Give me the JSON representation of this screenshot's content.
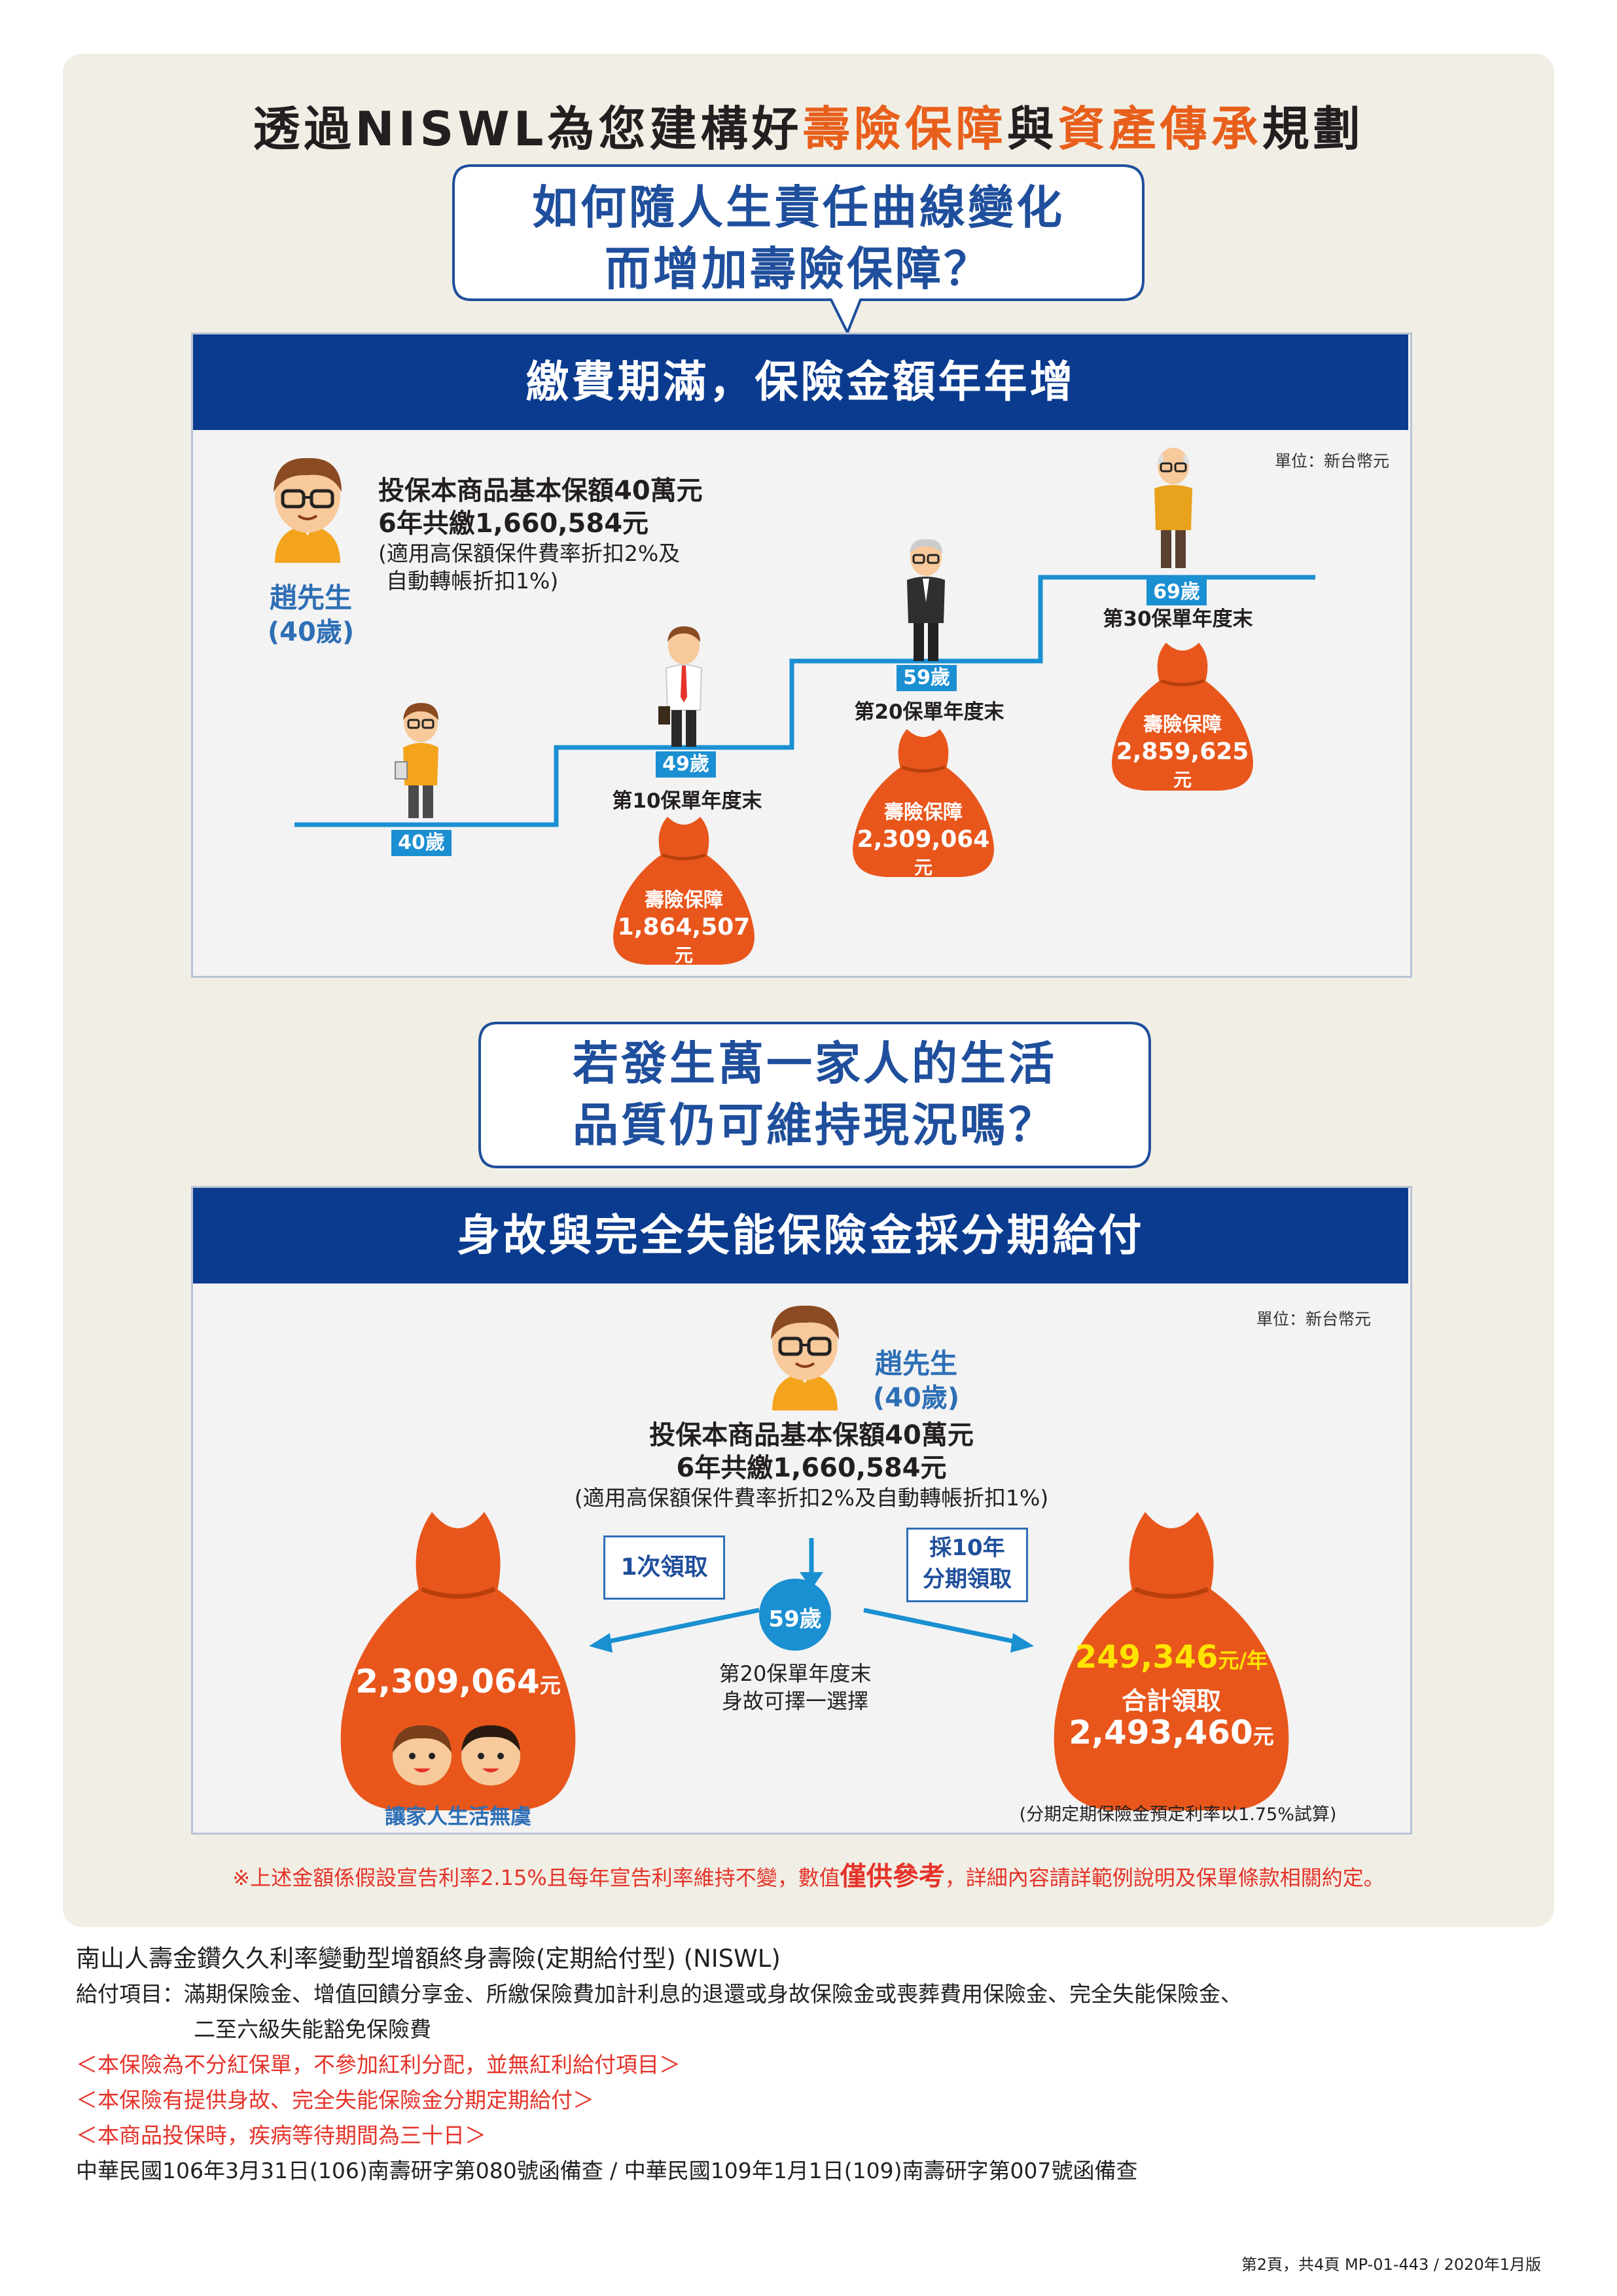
{
  "headline": {
    "part1": "透過NISWL為您建構好",
    "part2": "壽險保障",
    "part3": "與",
    "part4": "資產傳承",
    "part5": "規劃"
  },
  "section1": {
    "bubble_line1": "如何隨人生責任曲線變化",
    "bubble_line2": "而增加壽險保障？",
    "bar_title": "繳費期滿，保險金額年年增",
    "unit": "單位：新台幣元",
    "person_name": "趙先生",
    "person_age": "(40歲)",
    "info_line1": "投保本商品基本保額40萬元",
    "info_line2": "6年共繳1,660,584元",
    "info_line3": "(適用高保額保件費率折扣2%及",
    "info_line4": "自動轉帳折扣1%)",
    "steps": [
      {
        "age": "40歲"
      },
      {
        "age": "49歲",
        "stage": "第10保單年度末",
        "bag_label": "壽險保障",
        "bag_amount": "1,864,507",
        "bag_unit": "元"
      },
      {
        "age": "59歲",
        "stage": "第20保單年度末",
        "bag_label": "壽險保障",
        "bag_amount": "2,309,064",
        "bag_unit": "元"
      },
      {
        "age": "69歲",
        "stage": "第30保單年度末",
        "bag_label": "壽險保障",
        "bag_amount": "2,859,625",
        "bag_unit": "元"
      }
    ]
  },
  "section2": {
    "bubble_line1": "若發生萬一家人的生活",
    "bubble_line2": "品質仍可維持現況嗎？",
    "bar_title": "身故與完全失能保險金採分期給付",
    "unit": "單位：新台幣元",
    "person_name": "趙先生",
    "person_age": "(40歲)",
    "info_line1": "投保本商品基本保額40萬元",
    "info_line2": "6年共繳1,660,584元",
    "info_line3": "(適用高保額保件費率折扣2%及自動轉帳折扣1%)",
    "option_once": "1次領取",
    "option_install_1": "採10年",
    "option_install_2": "分期領取",
    "age_circle": "59歲",
    "center_line1": "第20保單年度末",
    "center_line2": "身故可擇一選擇",
    "left_amount": "2,309,064",
    "left_unit": "元",
    "left_caption": "讓家人生活無虞",
    "right_annual": "249,346",
    "right_annual_unit": "元/年",
    "right_total_label": "合計領取",
    "right_total": "2,493,460",
    "right_total_unit": "元",
    "right_caption": "(分期定期保險金預定利率以1.75%試算)"
  },
  "disclaimer": {
    "part1": "※上述金額係假設宣告利率2.15%且每年宣告利率維持不變，數值",
    "part2": "僅供參考",
    "part3": "，詳細內容請詳範例說明及保單條款相關約定。"
  },
  "footer": {
    "product": "南山人壽金鑽久久利率變動型增額終身壽險(定期給付型) (NISWL)",
    "items_line1": "給付項目：滿期保險金、增值回饋分享金、所繳保險費加計利息的退還或身故保險金或喪葬費用保險金、完全失能保險金、",
    "items_line2": "二至六級失能豁免保險費",
    "notice1": "＜本保險為不分紅保單，不參加紅利分配，並無紅利給付項目＞",
    "notice2": "＜本保險有提供身故、完全失能保險金分期定期給付＞",
    "notice3": "＜本商品投保時，疾病等待期間為三十日＞",
    "filing": "中華民國106年3月31日(106)南壽研字第080號函備查 / 中華民國109年1月1日(109)南壽研字第007號函備查",
    "page": "第2頁，共4頁 MP-01-443 / 2020年1月版"
  },
  "colors": {
    "navy": "#0a3b8f",
    "blue": "#1f4f9c",
    "orange": "#e85f1c",
    "bag": "#e8561c",
    "red": "#e5332a",
    "tag": "#1a8fd2",
    "panel": "#f1efe5"
  }
}
